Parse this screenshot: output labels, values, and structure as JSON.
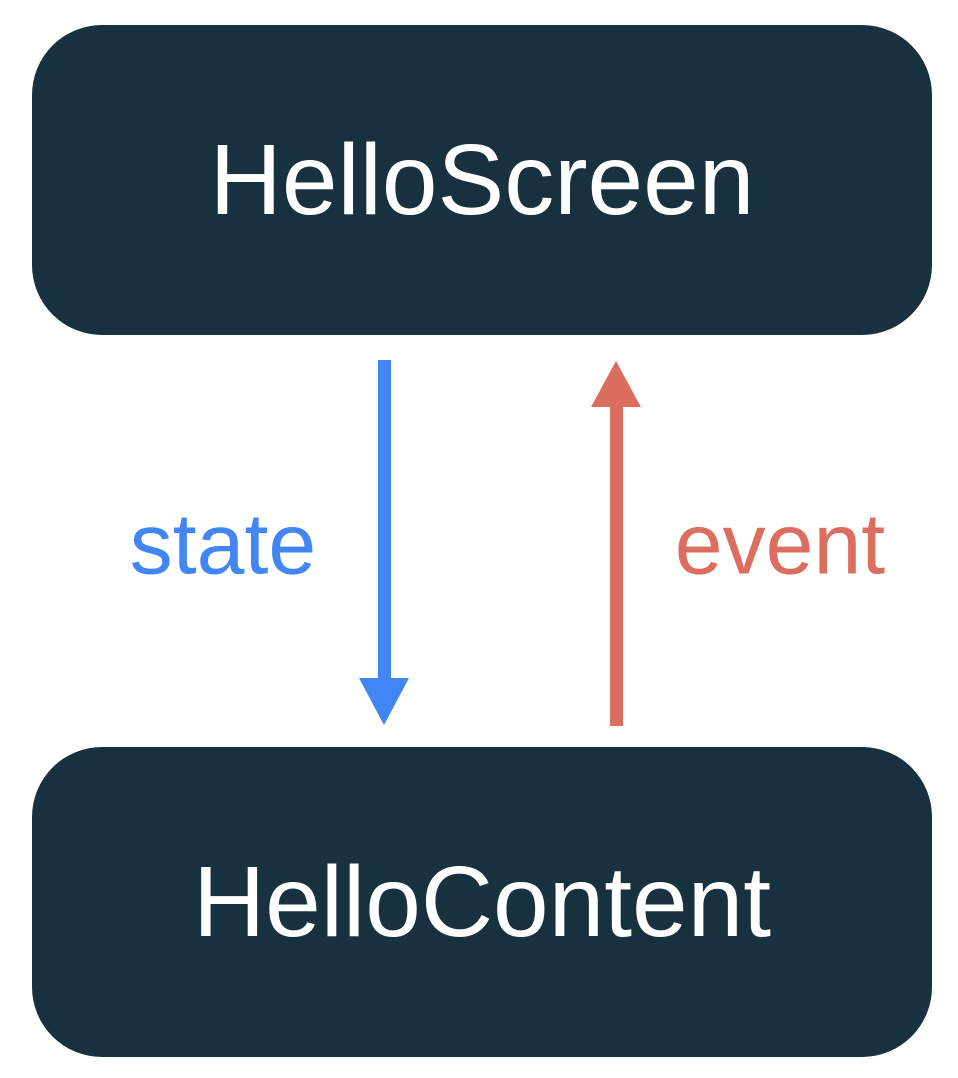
{
  "colors": {
    "background": "#ffffff",
    "node_fill": "#17313f",
    "node_text": "#ffffff",
    "state": "#4285f4",
    "event": "#dc6e5f"
  },
  "diagram": {
    "type": "unidirectional-data-flow",
    "nodes": [
      {
        "id": "hello-screen",
        "label": "HelloScreen"
      },
      {
        "id": "hello-content",
        "label": "HelloContent"
      }
    ],
    "edges": [
      {
        "from": "HelloScreen",
        "to": "HelloContent",
        "label": "state",
        "direction": "down",
        "color_key": "state"
      },
      {
        "from": "HelloContent",
        "to": "HelloScreen",
        "label": "event",
        "direction": "up",
        "color_key": "event"
      }
    ]
  }
}
